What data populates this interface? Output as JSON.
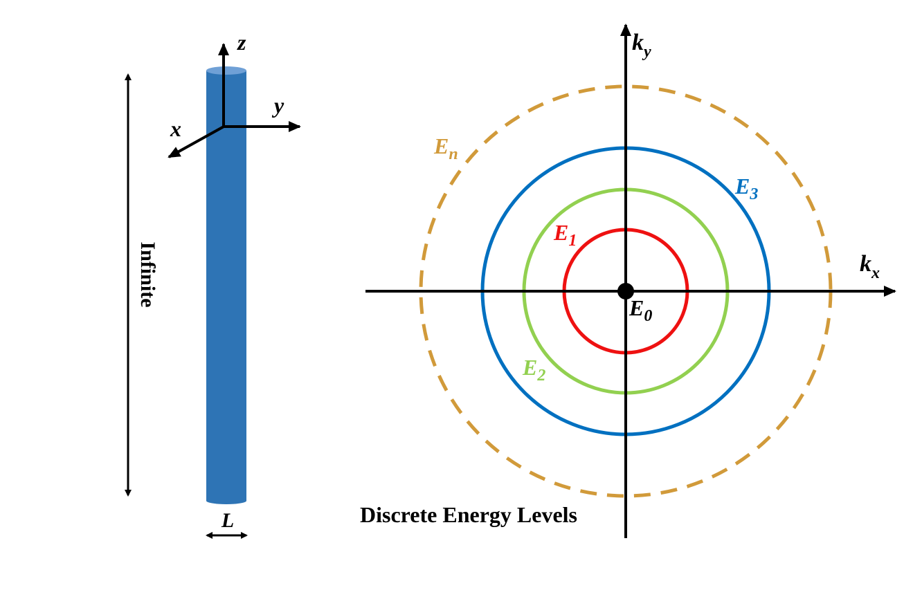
{
  "colors": {
    "wire": "#2e74b5",
    "wire_top": "#6fa0d6",
    "axis": "#000000",
    "e0": "#000000",
    "e1": "#ee1111",
    "e2": "#92d050",
    "e3": "#0070c0",
    "en": "#d19a3a"
  },
  "wire_panel": {
    "length_label": "Infinite",
    "width_label": "L",
    "axes": {
      "x": "x",
      "y": "y",
      "z": "z"
    }
  },
  "kspace_panel": {
    "kx": {
      "base": "k",
      "sub": "x"
    },
    "ky": {
      "base": "k",
      "sub": "y"
    },
    "levels": [
      {
        "base": "E",
        "sub": "0"
      },
      {
        "base": "E",
        "sub": "1"
      },
      {
        "base": "E",
        "sub": "2"
      },
      {
        "base": "E",
        "sub": "3"
      },
      {
        "base": "E",
        "sub": "n"
      }
    ],
    "caption": "Discrete Energy Levels"
  }
}
